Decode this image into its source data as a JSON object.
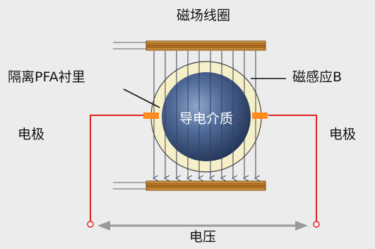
{
  "labels": {
    "coil": "磁场线圈",
    "liner": "隔离PFA衬里",
    "induction": "磁感应B",
    "electrode_left": "电极",
    "electrode_right": "电极",
    "medium": "导电介质",
    "voltage": "电压"
  },
  "colors": {
    "background": "#ececec",
    "coil_copper": "#c98a2e",
    "electrode_wire": "#e02020",
    "electrode_tip": "#ff8a1e",
    "liner_fill": "#f6f0c8",
    "medium_fill": "#3f5a86",
    "field_lines": "#3a3f58",
    "arrow_gray": "#9a9a9a"
  }
}
